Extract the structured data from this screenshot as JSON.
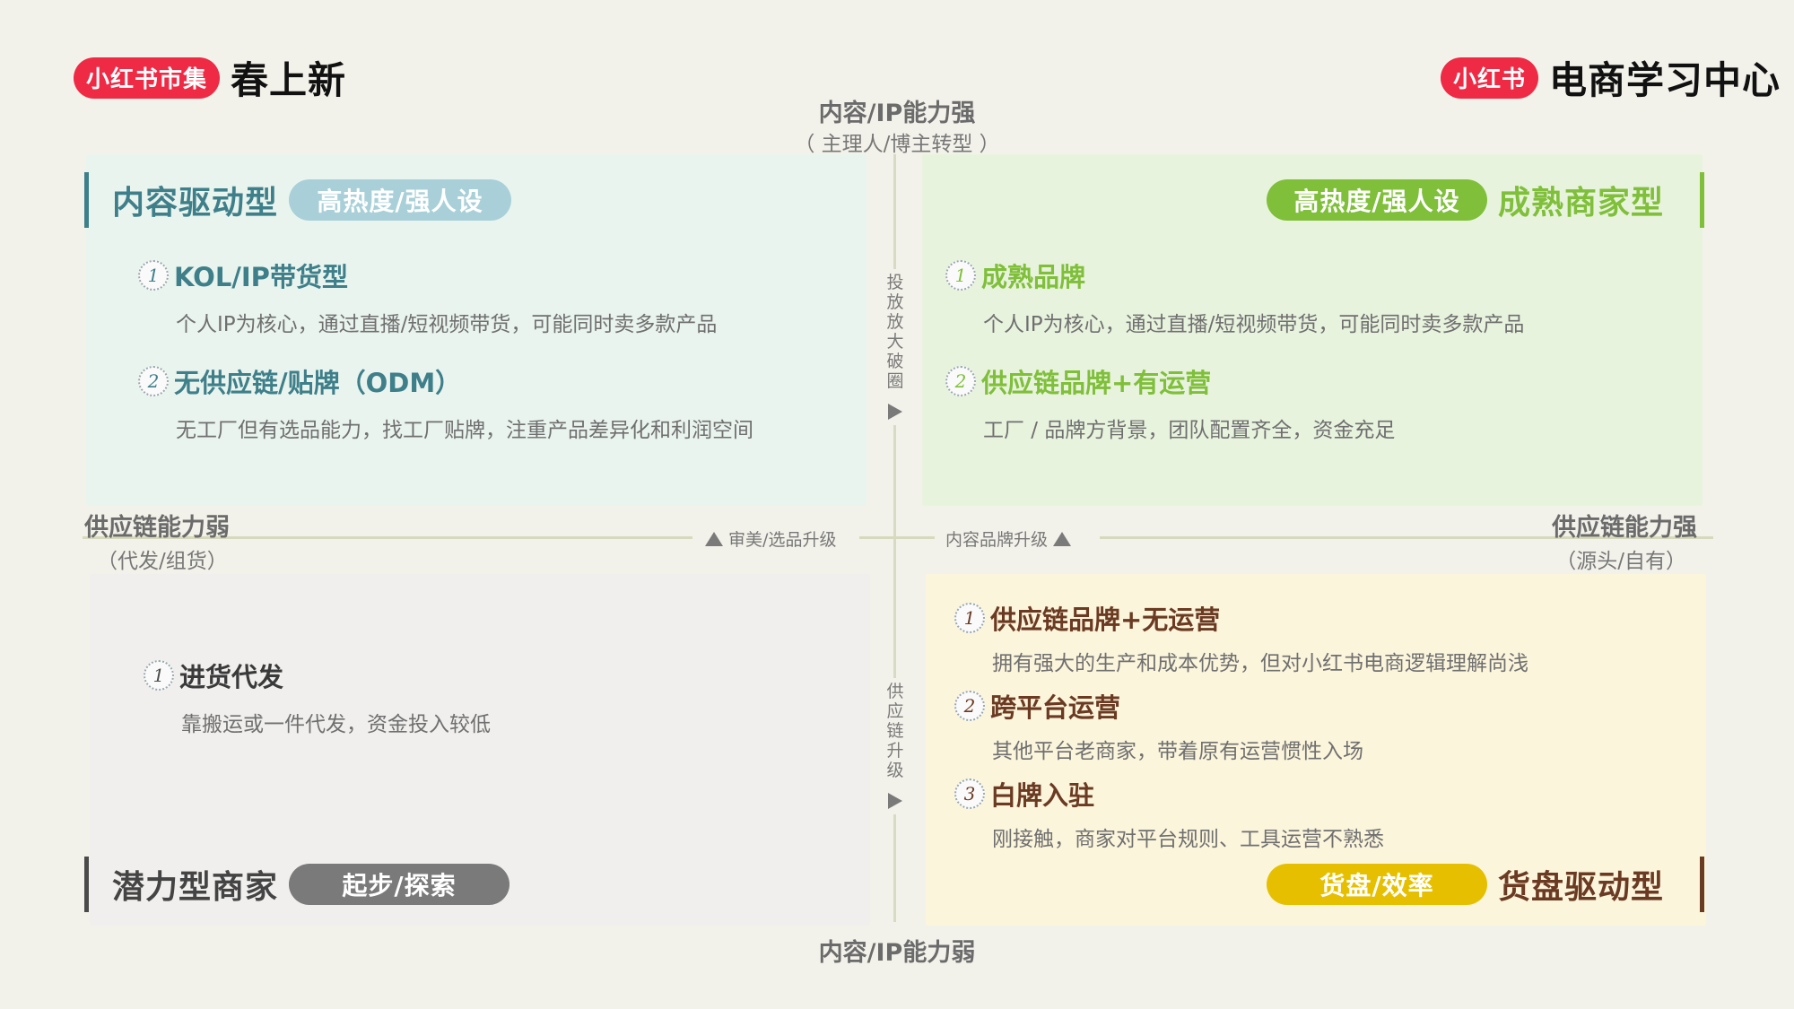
{
  "header": {
    "left_logo_pill": "小红书市集",
    "left_logo_text": "春上新",
    "right_logo_pill": "小红书",
    "right_logo_text": "电商学习中心"
  },
  "axes": {
    "top_title": "内容/IP能力强",
    "top_sub": "（ 主理人/博主转型 ）",
    "bottom_title": "内容/IP能力弱",
    "left_title": "供应链能力弱",
    "left_sub": "（代发/组货）",
    "right_title": "供应链能力强",
    "right_sub": "（源头/自有）",
    "upper_vertical_label": "投放放大破圈",
    "lower_vertical_label": "供应链升级",
    "left_upgrade": "审美/选品升级",
    "right_upgrade": "内容品牌升级"
  },
  "colors": {
    "teal": "#3e7f8a",
    "teal_tag": "#a9d0d8",
    "green": "#7fbf3a",
    "green_tag": "#7fbf3a",
    "gray": "#4a4a4a",
    "gray_tag": "#7a7a7a",
    "brown": "#6b3a22",
    "yellow_tag": "#e6c000"
  },
  "quadrants": {
    "top_left": {
      "title": "内容驱动型",
      "tag": "高热度/强人设",
      "items": [
        {
          "num": "1",
          "title": "KOL/IP带货型",
          "desc": "个人IP为核心，通过直播/短视频带货，可能同时卖多款产品"
        },
        {
          "num": "2",
          "title": "无供应链/贴牌（ODM）",
          "desc": "无工厂但有选品能力，找工厂贴牌，注重产品差异化和利润空间"
        }
      ]
    },
    "top_right": {
      "title": "成熟商家型",
      "tag": "高热度/强人设",
      "items": [
        {
          "num": "1",
          "title": "成熟品牌",
          "desc": "个人IP为核心，通过直播/短视频带货，可能同时卖多款产品"
        },
        {
          "num": "2",
          "title": "供应链品牌+有运营",
          "desc": "工厂 / 品牌方背景，团队配置齐全，资金充足"
        }
      ]
    },
    "bottom_left": {
      "title": "潜力型商家",
      "tag": "起步/探索",
      "items": [
        {
          "num": "1",
          "title": "进货代发",
          "desc": "靠搬运或一件代发，资金投入较低"
        }
      ]
    },
    "bottom_right": {
      "title": "货盘驱动型",
      "tag": "货盘/效率",
      "items": [
        {
          "num": "1",
          "title": "供应链品牌+无运营",
          "desc": "拥有强大的生产和成本优势，但对小红书电商逻辑理解尚浅"
        },
        {
          "num": "2",
          "title": "跨平台运营",
          "desc": "其他平台老商家，带着原有运营惯性入场"
        },
        {
          "num": "3",
          "title": "白牌入驻",
          "desc": "刚接触，商家对平台规则、工具运营不熟悉"
        }
      ]
    }
  }
}
